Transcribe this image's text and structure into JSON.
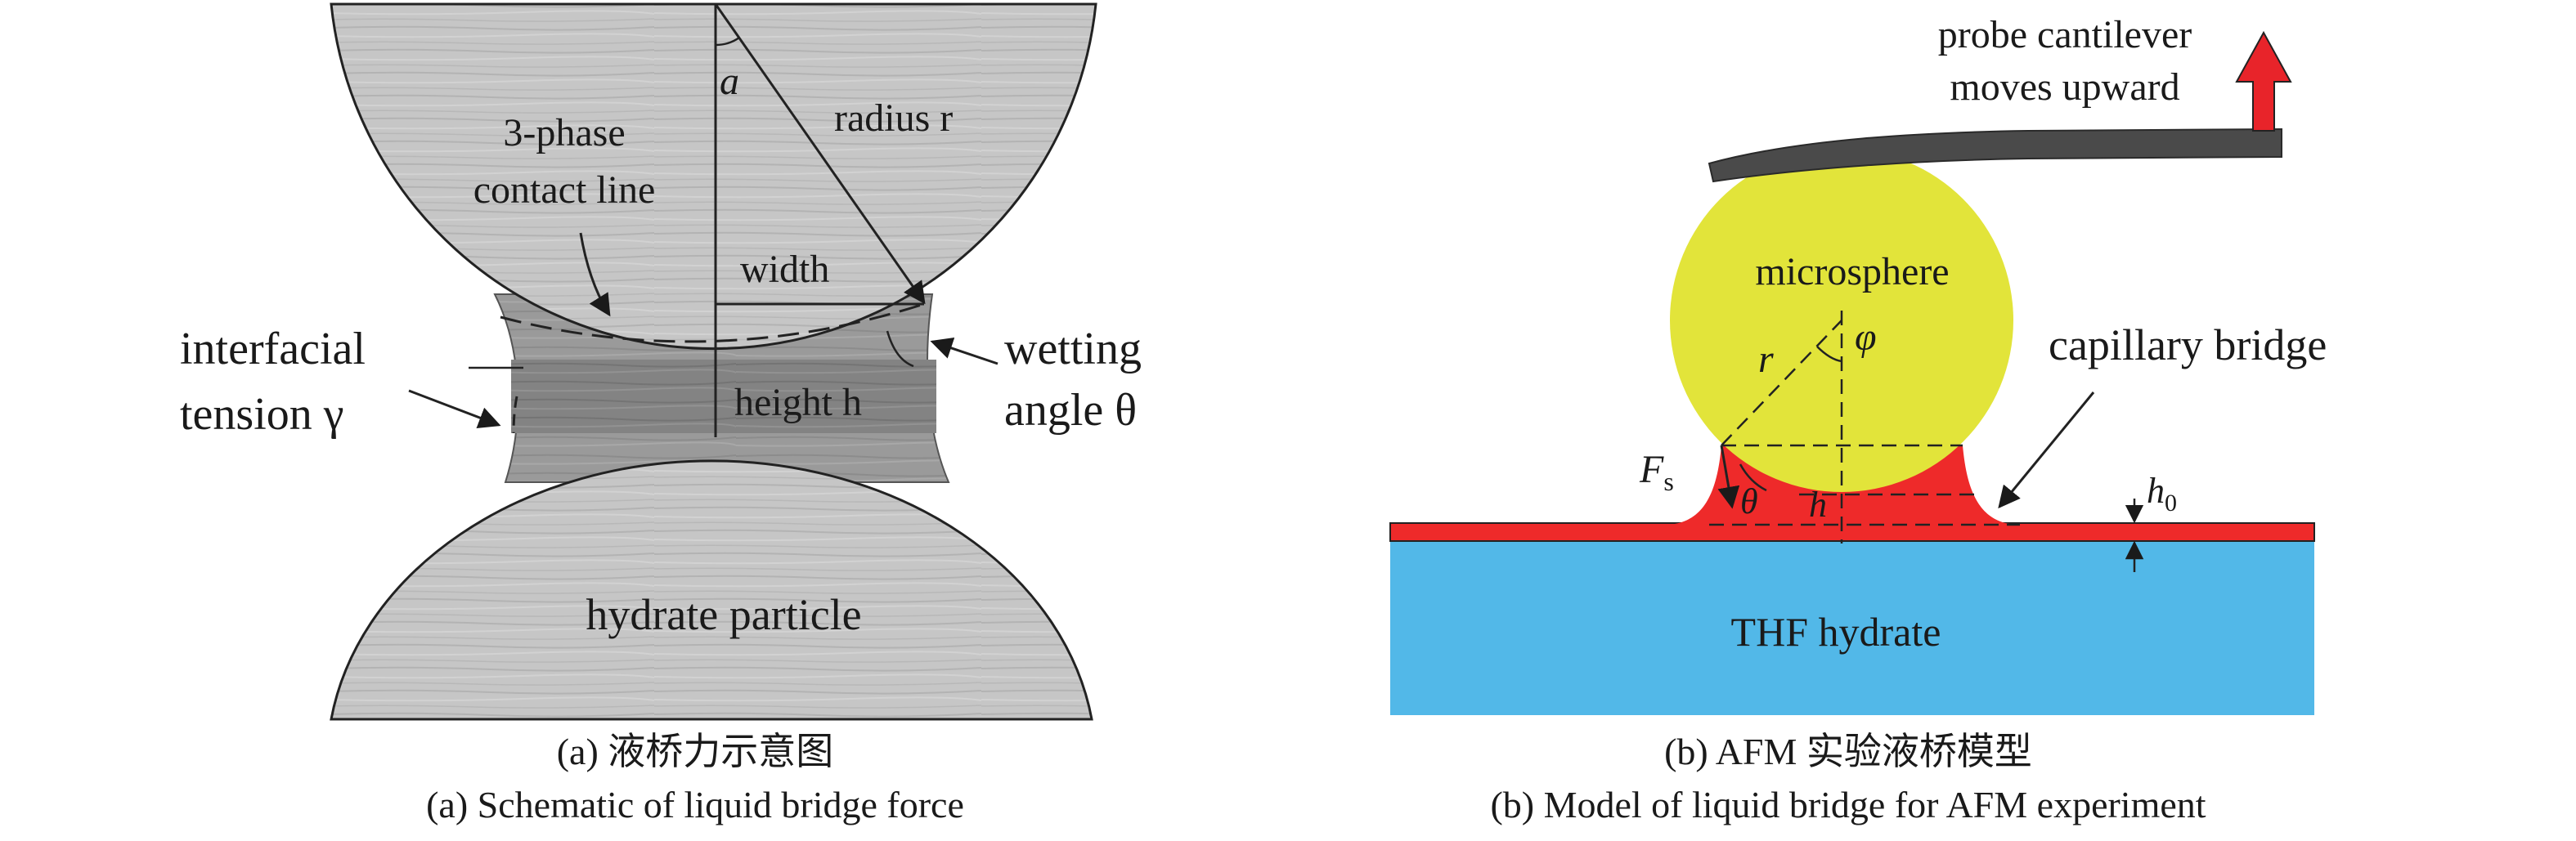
{
  "panel_a": {
    "angle_symbol": "a",
    "radius_label": "radius r",
    "contact_line_label_1": "3-phase",
    "contact_line_label_2": "contact line",
    "width_label": "width",
    "height_label": "height h",
    "tension_label_1": "interfacial",
    "tension_label_2": "tension γ",
    "wetting_label_1": "wetting",
    "wetting_label_2": "angle θ",
    "particle_label": "hydrate particle",
    "caption_cn": "(a) 液桥力示意图",
    "caption_en": "(a) Schematic of liquid bridge force"
  },
  "panel_b": {
    "cantilever_label_1": "probe cantilever",
    "cantilever_label_2": "moves upward",
    "microsphere_label": "microsphere",
    "r_symbol": "r",
    "phi_symbol": "φ",
    "theta_symbol": "θ",
    "h_symbol": "h",
    "bridge_label": "capillary bridge",
    "force_symbol": "F",
    "force_subscript": "s",
    "h0_symbol": "h",
    "h0_subscript": "0",
    "hydrate_label": "THF hydrate",
    "caption_cn": "(b) AFM 实验液桥模型",
    "caption_en": "(b) Model of liquid bridge for AFM experiment"
  },
  "colors": {
    "particle_light": "#c4c4c4",
    "bridge_dark": "#808080",
    "microsphere": "#e2e43a",
    "liquid": "#ee2a2a",
    "hydrate": "#52b8e8",
    "cantilever": "#4a4a4a",
    "arrow": "#e8242a"
  }
}
